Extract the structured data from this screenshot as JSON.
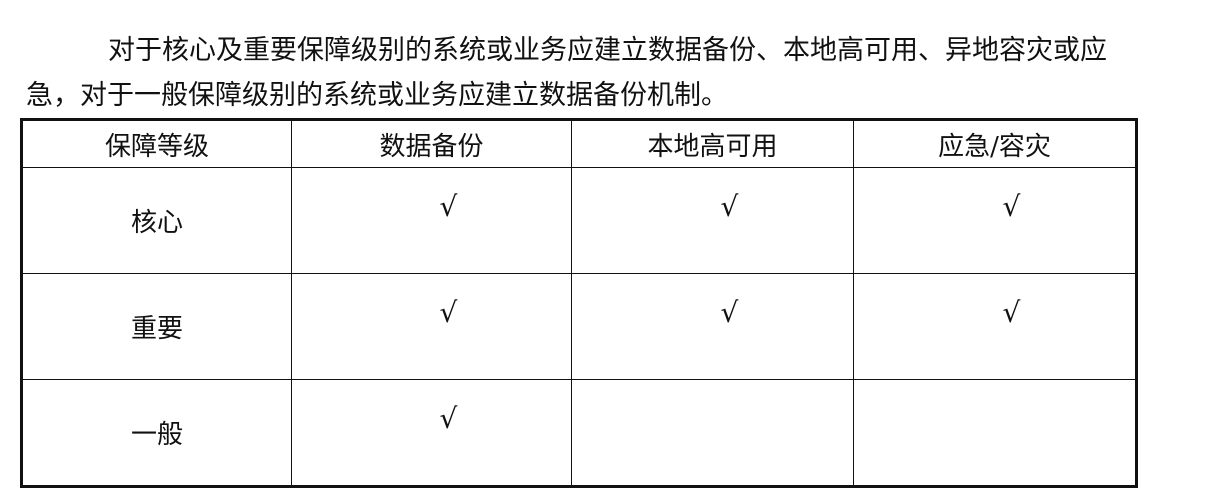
{
  "paragraph": {
    "line1": "对于核心及重要保障级别的系统或业务应建立数据备份、本地高可用、异地容灾或应",
    "line2": "急，对于一般保障级别的系统或业务应建立数据备份机制。"
  },
  "table": {
    "headers": [
      "保障等级",
      "数据备份",
      "本地高可用",
      "应急/容灾"
    ],
    "rows": [
      {
        "level": "核心",
        "cells": [
          "√",
          "√",
          "√"
        ]
      },
      {
        "level": "重要",
        "cells": [
          "√",
          "√",
          "√"
        ]
      },
      {
        "level": "一般",
        "cells": [
          "√",
          "",
          ""
        ]
      }
    ]
  }
}
